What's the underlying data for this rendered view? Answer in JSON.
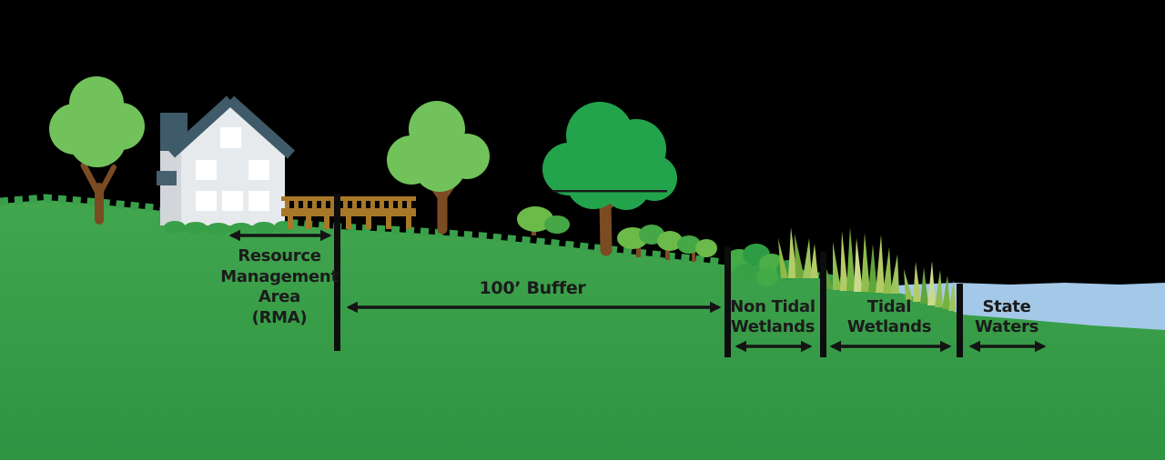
{
  "diagram": {
    "description": "Shoreline cross-section showing regulated zones from upland house to open water",
    "zones": {
      "rma": {
        "label": "Resource\nManagement\nArea\n(RMA)"
      },
      "buffer": {
        "label": "100’ Buffer"
      },
      "non_tidal": {
        "label": "Non Tidal\nWetlands"
      },
      "tidal": {
        "label": "Tidal\nWetlands"
      },
      "state": {
        "label": "State\nWaters"
      }
    },
    "colors": {
      "background": "#000000",
      "grass": "#3AA04B",
      "grass_shadow": "#2E9342",
      "water": "#A4C8E8",
      "tree_light_green": "#72C25B",
      "tree_dark_green": "#23A44C",
      "bush_green": "#6CBA4A",
      "shrub_dark_green": "#2E9C44",
      "reed_light": "#B3CC66",
      "reed_olive": "#8FBE4E",
      "trunk_brown": "#7B4B22",
      "fence_tan": "#A87829",
      "house_wall": "#E7EAED",
      "house_side_wall": "#D2D6DA",
      "roof_slate": "#3F5A68",
      "window_white": "#FFFFFF",
      "divider_black": "#0D0D0D",
      "label_text": "#1B1B1B"
    }
  }
}
